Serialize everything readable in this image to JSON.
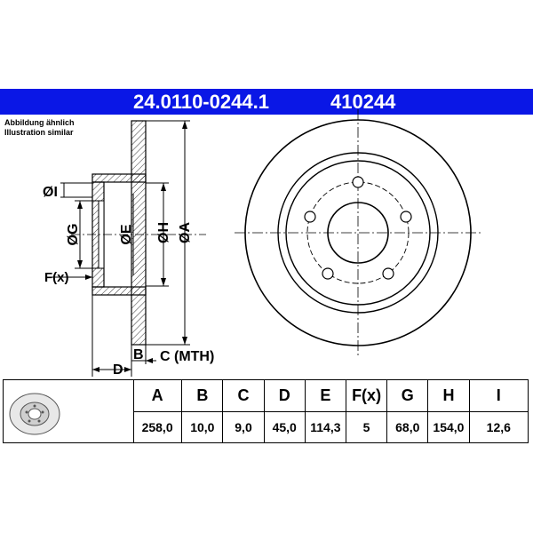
{
  "header": {
    "part_number": "24.0110-0244.1",
    "ref_number": "410244",
    "bg_color": "#0a17e6"
  },
  "note": {
    "line1": "Abbildung ähnlich",
    "line2": "Illustration similar"
  },
  "labels": {
    "I": "ØI",
    "G": "ØG",
    "E": "ØE",
    "H": "ØH",
    "A": "ØA",
    "F": "F(x)",
    "B": "B",
    "C": "C (MTH)",
    "D": "D"
  },
  "table": {
    "headers": [
      "A",
      "B",
      "C",
      "D",
      "E",
      "F(x)",
      "G",
      "H",
      "I"
    ],
    "values": [
      "258,0",
      "10,0",
      "9,0",
      "45,0",
      "114,3",
      "5",
      "68,0",
      "154,0",
      "12,6"
    ]
  }
}
